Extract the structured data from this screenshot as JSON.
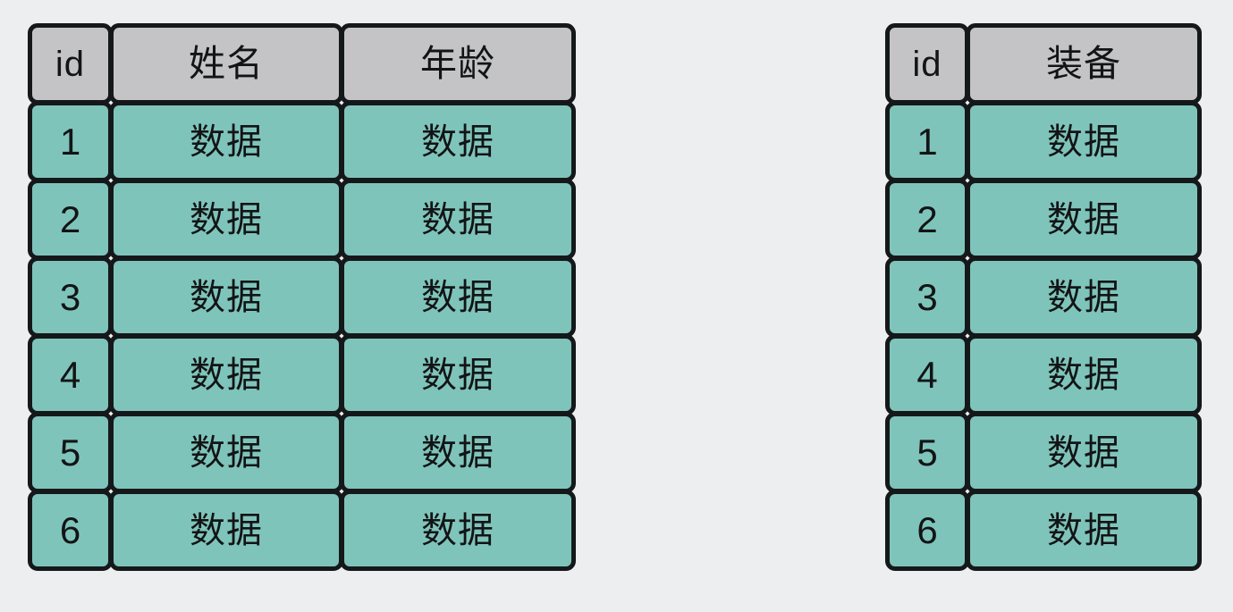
{
  "background_color": "#edeef0",
  "palette": {
    "header_fill": "#c4c4c6",
    "data_fill": "#7fc4ba",
    "border": "#15181a",
    "text": "#121416"
  },
  "tables": [
    {
      "name": "person-table",
      "headers": [
        "id",
        "姓名",
        "年龄"
      ],
      "rows": [
        [
          "1",
          "数据",
          "数据"
        ],
        [
          "2",
          "数据",
          "数据"
        ],
        [
          "3",
          "数据",
          "数据"
        ],
        [
          "4",
          "数据",
          "数据"
        ],
        [
          "5",
          "数据",
          "数据"
        ],
        [
          "6",
          "数据",
          "数据"
        ]
      ]
    },
    {
      "name": "equipment-table",
      "headers": [
        "id",
        "装备"
      ],
      "rows": [
        [
          "1",
          "数据"
        ],
        [
          "2",
          "数据"
        ],
        [
          "3",
          "数据"
        ],
        [
          "4",
          "数据"
        ],
        [
          "5",
          "数据"
        ],
        [
          "6",
          "数据"
        ]
      ]
    }
  ]
}
